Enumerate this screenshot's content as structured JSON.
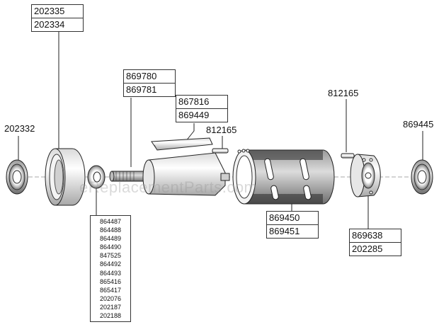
{
  "diagram": {
    "watermark": "eReplacementParts.com",
    "labels": {
      "bearing_left": "202332",
      "housing_box": [
        "202335",
        "202334"
      ],
      "shaft_box": [
        "869780",
        "869781"
      ],
      "knife_box": [
        "867816",
        "869449"
      ],
      "pin_mid": "812165",
      "pin_right": "812165",
      "bearing_right": "869445",
      "washer_stack": [
        "864487",
        "864488",
        "864489",
        "864490",
        "847525",
        "864492",
        "864493",
        "865416",
        "865417",
        "202076",
        "202187",
        "202188"
      ],
      "drum_box": [
        "869450",
        "869451"
      ],
      "cap_box": [
        "869638",
        "202285"
      ]
    }
  }
}
